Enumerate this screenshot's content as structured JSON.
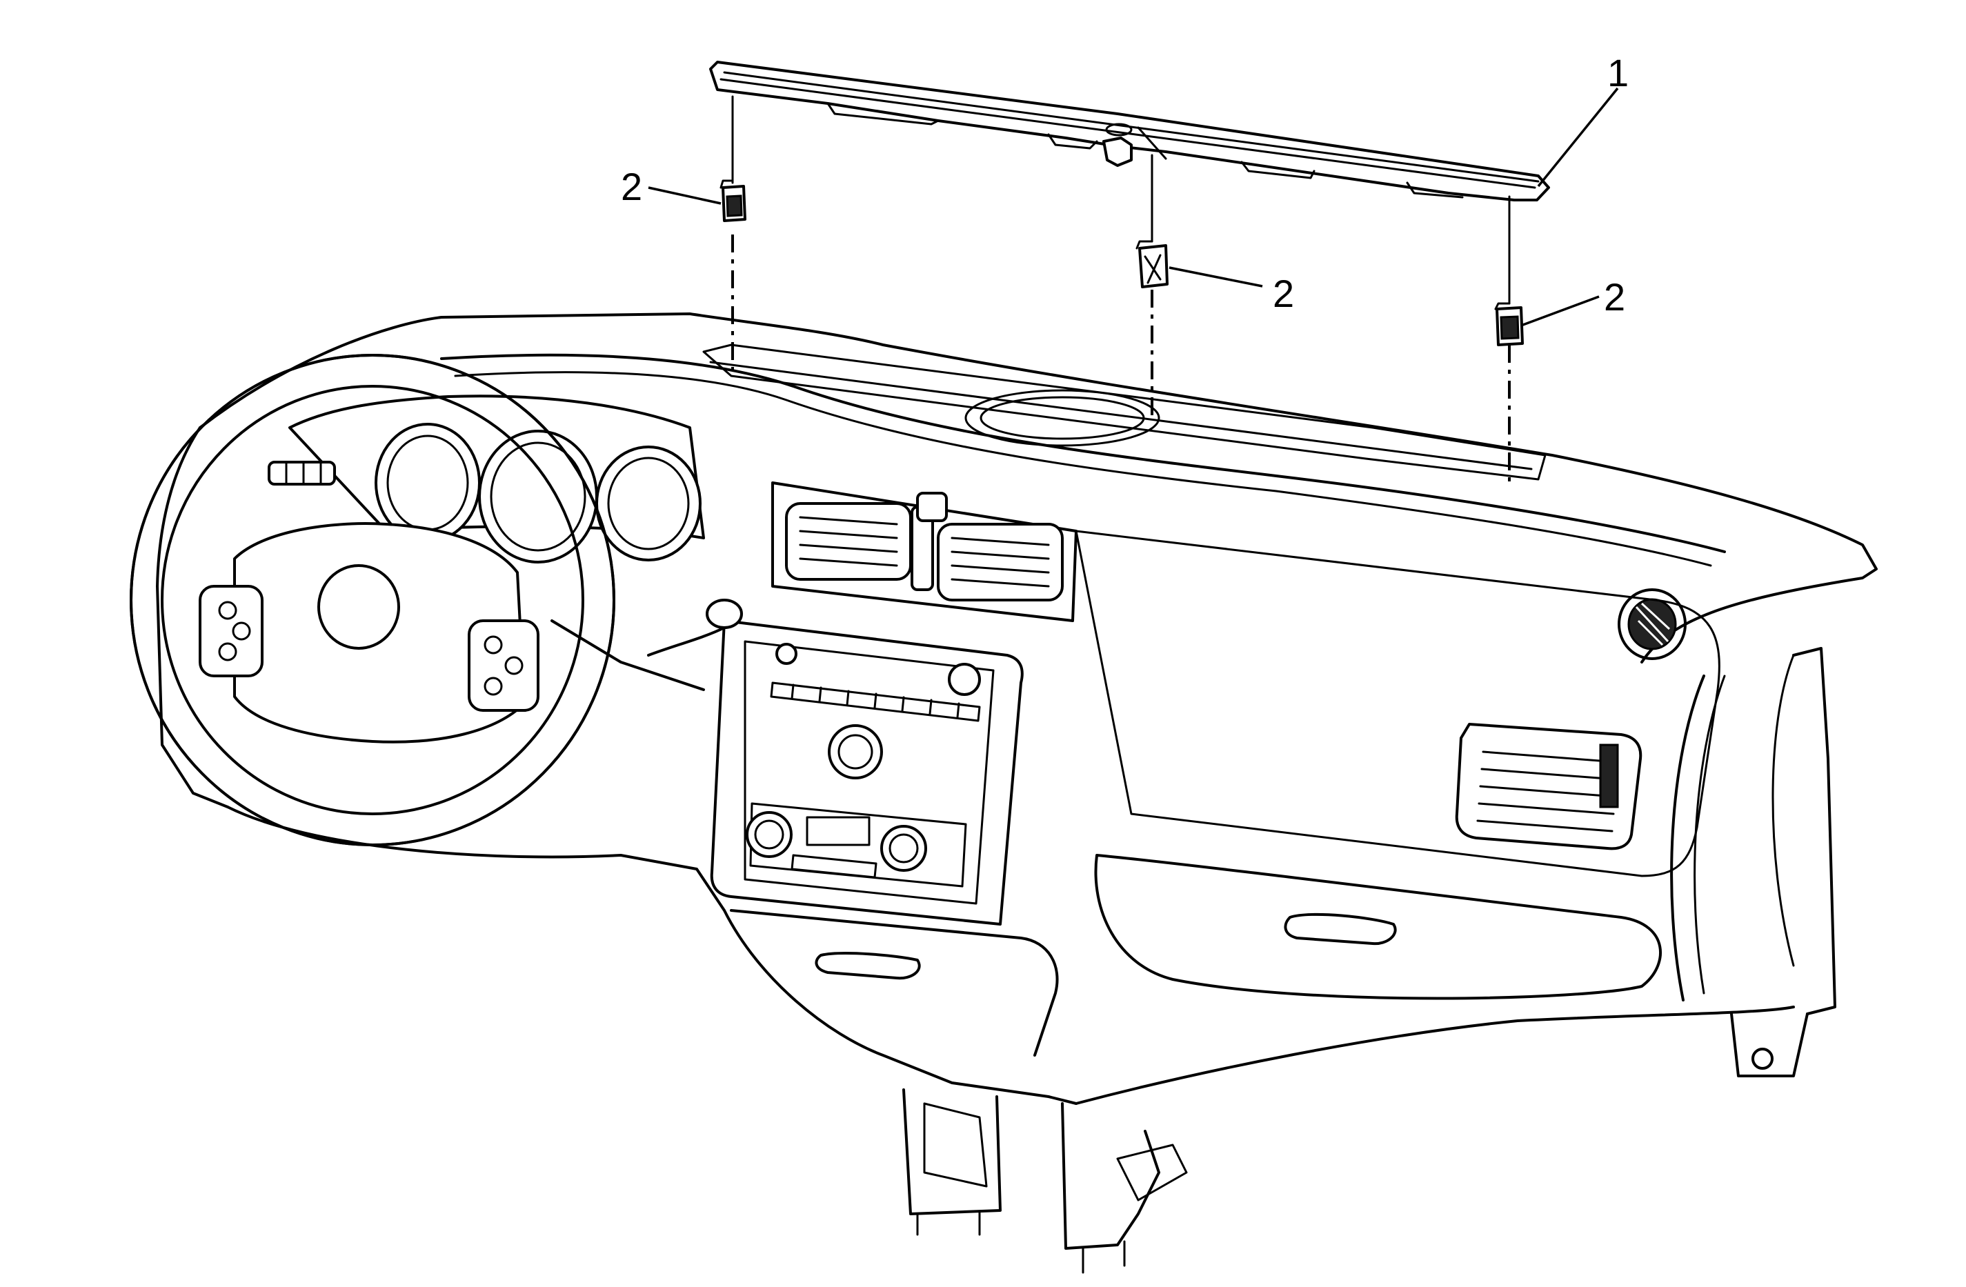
{
  "callouts": {
    "c1": "1",
    "c2a": "2",
    "c2b": "2",
    "c2c": "2"
  },
  "parts": {
    "upper_trim_panel": "1",
    "retainer_clip": "2"
  },
  "colors": {
    "line": "#000000",
    "background": "#ffffff"
  }
}
